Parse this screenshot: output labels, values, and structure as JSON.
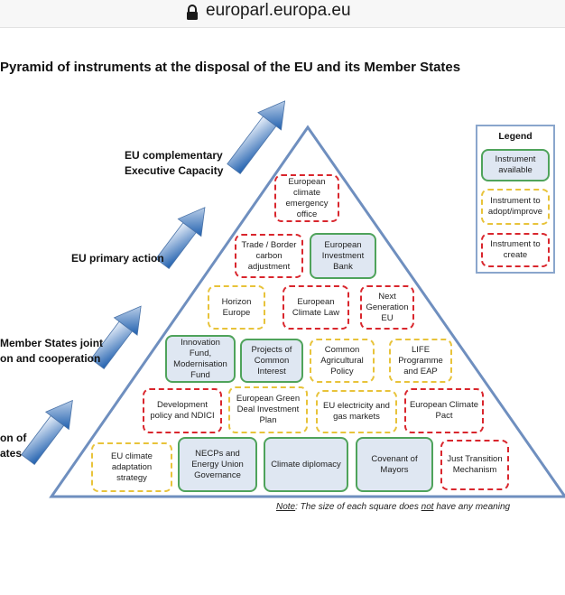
{
  "browser": {
    "url": "europarl.europa.eu",
    "lock_icon": "lock-icon"
  },
  "figure": {
    "title": "Pyramid of instruments at the disposal of the EU and its Member States",
    "levels": [
      {
        "line1": "EU complementary",
        "line2": "Executive Capacity"
      },
      {
        "line1": "EU primary action",
        "line2": ""
      },
      {
        "line1": "Member States joint",
        "line2": "on and cooperation"
      },
      {
        "line1": "on of",
        "line2": "ates"
      }
    ],
    "boxes": {
      "emergency_office": "European\nclimate\nemergency\noffice",
      "trade_border": "Trade / Border\ncarbon\nadjustment",
      "eib": "European\nInvestment\nBank",
      "horizon": "Horizon\nEurope",
      "climate_law": "European\nClimate Law",
      "next_gen": "Next\nGeneration\nEU",
      "innovation_fund": "Innovation\nFund,\nModernisation\nFund",
      "projects_common": "Projects of\nCommon\nInterest",
      "cap": "Common\nAgricultural\nPolicy",
      "life": "LIFE\nProgramme\nand EAP",
      "development": "Development\npolicy and NDICI",
      "green_deal_plan": "European Green\nDeal Investment\nPlan",
      "electricity": "EU  electricity and\ngas markets",
      "climate_pact": "European Climate\nPact",
      "adaptation": "EU climate\nadaptation\nstrategy",
      "necps": "NECPs and\nEnergy Union\nGovernance",
      "diplomacy": "Climate diplomacy",
      "covenant": "Covenant of\nMayors",
      "just_transition": "Just Transition\nMechanism"
    },
    "legend": {
      "title": "Legend",
      "available": "Instrument\navailable",
      "adopt": "Instrument to\nadopt/improve",
      "create": "Instrument to\ncreate"
    },
    "note": {
      "prefix": "Note",
      "part1": ": The size of each square  does ",
      "not": "not",
      "part2": " have any meaning"
    },
    "colors": {
      "available_border": "#4fa35b",
      "available_fill": "#dfe7f2",
      "adopt_border": "#e8c33a",
      "create_border": "#d9262d",
      "pyramid_stroke": "#6f8fbf",
      "arrow_dark": "#1f5fae",
      "arrow_light": "#e9f0fa"
    }
  }
}
